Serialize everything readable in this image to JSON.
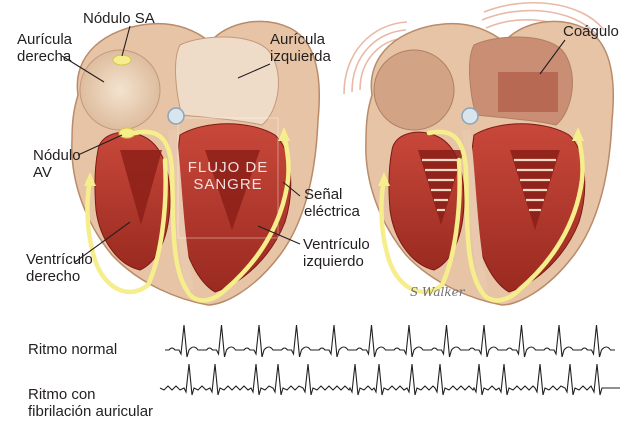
{
  "labels": {
    "sa_node": "Nódulo SA",
    "right_atrium_1": "Aurícula",
    "right_atrium_2": "derecha",
    "left_atrium_1": "Aurícula",
    "left_atrium_2": "izquierda",
    "av_node_1": "Nódulo",
    "av_node_2": "AV",
    "blood_flow_1": "FLUJO DE",
    "blood_flow_2": "SANGRE",
    "electrical_signal_1": "Señal",
    "electrical_signal_2": "eléctrica",
    "right_ventricle_1": "Ventrículo",
    "right_ventricle_2": "derecho",
    "left_ventricle_1": "Ventrículo",
    "left_ventricle_2": "izquierdo",
    "clot": "Coágulo"
  },
  "signature": "S Walker",
  "rhythms": {
    "normal_label": "Ritmo normal",
    "afib_label_1": "Ritmo con",
    "afib_label_2": "fibrilación auricular"
  },
  "colors": {
    "heart_outer": "#e8c9ad",
    "muscle": "#b83a2e",
    "muscle_dark": "#7d1a14",
    "signal": "#f6ee8c",
    "text": "#231f20",
    "ecg": "#231f20"
  }
}
